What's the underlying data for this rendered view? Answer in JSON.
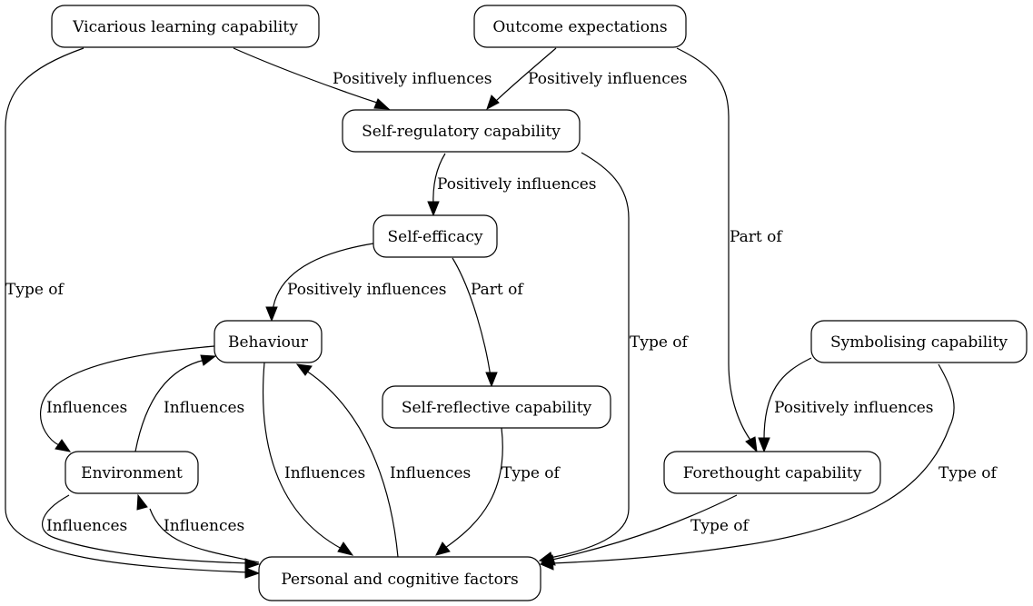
{
  "diagram": {
    "type": "directed-graph",
    "nodes": [
      {
        "id": "vicarious",
        "label": "Vicarious learning capability"
      },
      {
        "id": "outcome",
        "label": "Outcome expectations"
      },
      {
        "id": "selfreg",
        "label": "Self-regulatory capability"
      },
      {
        "id": "selfeff",
        "label": "Self-efficacy"
      },
      {
        "id": "behaviour",
        "label": "Behaviour"
      },
      {
        "id": "symbolising",
        "label": "Symbolising capability"
      },
      {
        "id": "selfrefl",
        "label": "Self-reflective capability"
      },
      {
        "id": "environment",
        "label": "Environment"
      },
      {
        "id": "forethought",
        "label": "Forethought capability"
      },
      {
        "id": "personal",
        "label": "Personal and cognitive factors"
      }
    ],
    "edges": [
      {
        "id": "e1",
        "from": "vicarious",
        "to": "selfreg",
        "label": "Positively influences"
      },
      {
        "id": "e2",
        "from": "outcome",
        "to": "selfreg",
        "label": "Positively influences"
      },
      {
        "id": "e3",
        "from": "vicarious",
        "to": "personal",
        "label": "Type of"
      },
      {
        "id": "e4",
        "from": "outcome",
        "to": "forethought",
        "label": "Part of"
      },
      {
        "id": "e5",
        "from": "selfreg",
        "to": "selfeff",
        "label": "Positively influences"
      },
      {
        "id": "e6",
        "from": "selfreg",
        "to": "personal",
        "label": "Type of"
      },
      {
        "id": "e7",
        "from": "selfeff",
        "to": "behaviour",
        "label": "Positively influences"
      },
      {
        "id": "e8",
        "from": "selfeff",
        "to": "selfrefl",
        "label": "Part of"
      },
      {
        "id": "e9",
        "from": "behaviour",
        "to": "environment",
        "label": "Influences"
      },
      {
        "id": "e10",
        "from": "environment",
        "to": "behaviour",
        "label": "Influences"
      },
      {
        "id": "e11",
        "from": "behaviour",
        "to": "personal",
        "label": "Influences"
      },
      {
        "id": "e12",
        "from": "personal",
        "to": "behaviour",
        "label": "Influences"
      },
      {
        "id": "e13",
        "from": "selfrefl",
        "to": "personal",
        "label": "Type of"
      },
      {
        "id": "e14",
        "from": "environment",
        "to": "personal",
        "label": "Influences"
      },
      {
        "id": "e15",
        "from": "personal",
        "to": "environment",
        "label": "Influences"
      },
      {
        "id": "e16",
        "from": "symbolising",
        "to": "forethought",
        "label": "Positively influences"
      },
      {
        "id": "e17",
        "from": "symbolising",
        "to": "personal",
        "label": "Type of"
      },
      {
        "id": "e18",
        "from": "forethought",
        "to": "personal",
        "label": "Type of"
      }
    ]
  }
}
